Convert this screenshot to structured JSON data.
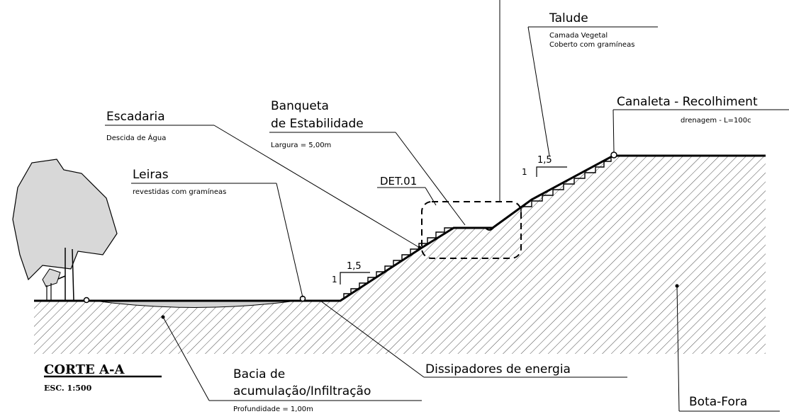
{
  "labels": {
    "talude_title": "Talude",
    "talude_sub1": "Camada Vegetal",
    "talude_sub2": "Coberto com gramíneas",
    "canaleta_title": "Canaleta - Recolhiment",
    "canaleta_sub": "drenagem - L=100c",
    "escadaria_title": "Escadaria",
    "escadaria_sub": "Descida de Água",
    "banqueta_title1": "Banqueta",
    "banqueta_title2": "de Estabilidade",
    "banqueta_sub": "Largura = 5,00m",
    "det": "DET.01",
    "leiras_title": "Leiras",
    "leiras_sub": "revestidas com gramíneas",
    "slope_lower_v": "1",
    "slope_lower_h": "1,5",
    "slope_upper_v": "1",
    "slope_upper_h": "1,5",
    "corte_title": "CORTE   A-A",
    "corte_scale": "ESC.  1:500",
    "bacia_title1": "Bacia de",
    "bacia_title2": "acumulação/Infiltração",
    "bacia_sub": "Profundidade = 1,00m",
    "dissipadores": "Dissipadores de energia",
    "botafora": "Bota-Fora"
  }
}
